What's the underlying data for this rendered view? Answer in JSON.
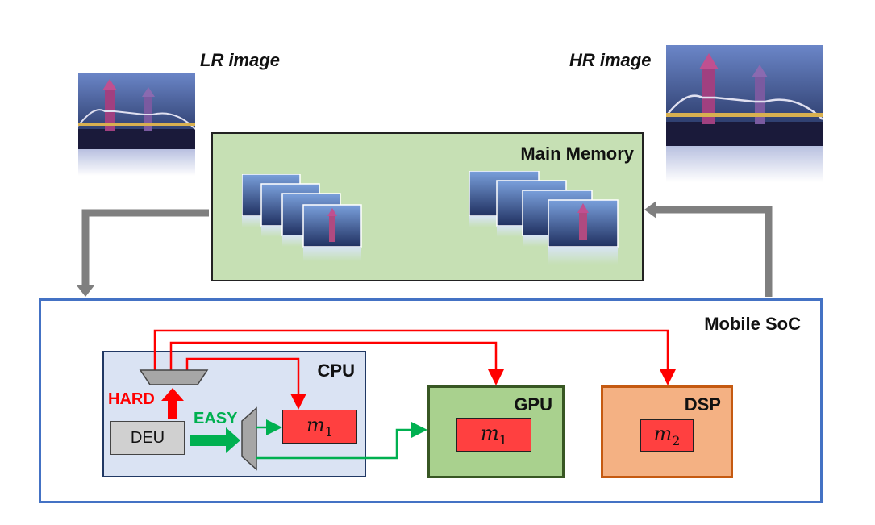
{
  "labels": {
    "lr_image": "LR image",
    "hr_image": "HR image",
    "main_memory": "Main Memory",
    "mobile_soc": "Mobile SoC",
    "cpu": "CPU",
    "gpu": "GPU",
    "dsp": "DSP",
    "deu": "DEU",
    "hard": "HARD",
    "easy": "EASY"
  },
  "models": {
    "cpu_model": {
      "base": "m",
      "sub": "1"
    },
    "gpu_model": {
      "base": "m",
      "sub": "1"
    },
    "dsp_model": {
      "base": "m",
      "sub": "2"
    }
  },
  "colors": {
    "memory_fill": "#c6e0b4",
    "soc_border": "#4472c4",
    "cpu_fill": "#dae3f3",
    "cpu_border": "#203864",
    "gpu_fill": "#a9d18e",
    "gpu_border": "#385723",
    "dsp_fill": "#f4b183",
    "dsp_border": "#c55a11",
    "model_fill": "#ff4040",
    "hard_red": "#ff0000",
    "easy_green": "#00b050",
    "flow_gray": "#7f7f7f"
  }
}
